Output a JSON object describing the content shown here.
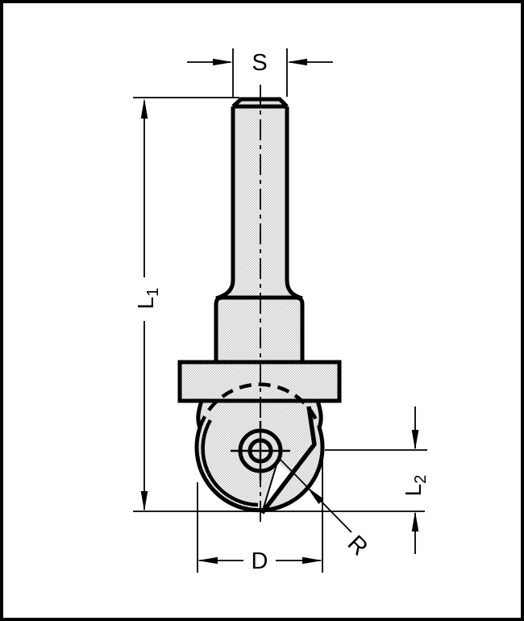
{
  "diagram": {
    "labels": {
      "shank_diameter": "S",
      "length_overall": "L",
      "length_overall_sub": "1",
      "length_cut": "L",
      "length_cut_sub": "2",
      "diameter": "D",
      "radius": "R"
    },
    "colors": {
      "line": "#000000",
      "fill_texture": "#c3c3c3",
      "background": "#ffffff"
    }
  }
}
